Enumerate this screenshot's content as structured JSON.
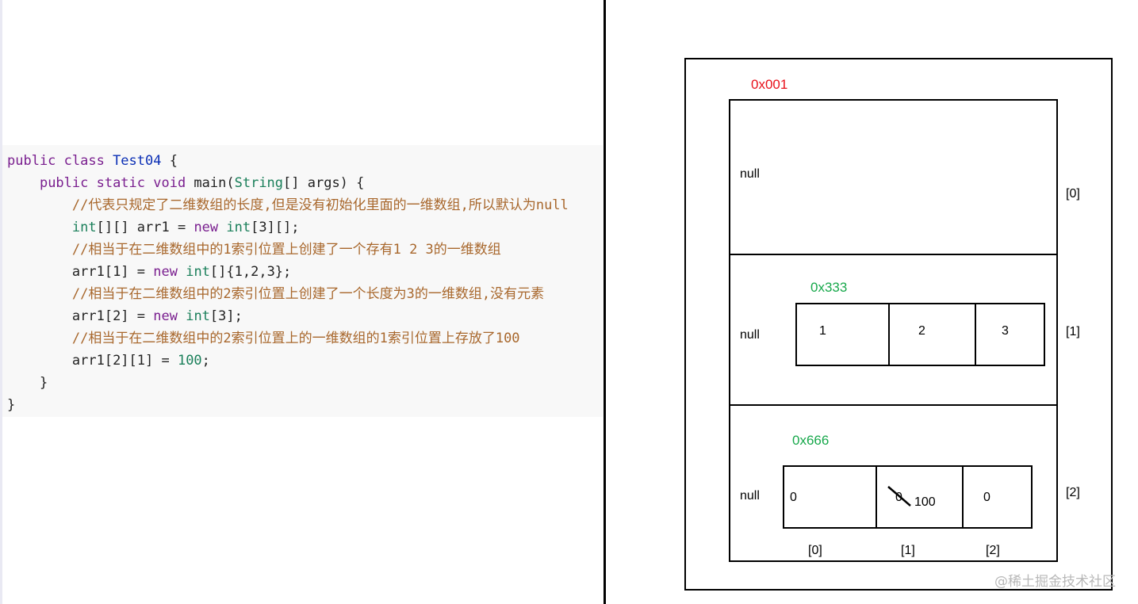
{
  "code": {
    "lines": [
      [
        {
          "t": "public class ",
          "c": "kw"
        },
        {
          "t": "Test04",
          "c": "cls"
        },
        {
          "t": " {",
          "c": ""
        }
      ],
      [
        {
          "t": "    ",
          "c": ""
        },
        {
          "t": "public static void ",
          "c": "kw"
        },
        {
          "t": "main(",
          "c": ""
        },
        {
          "t": "String",
          "c": "type"
        },
        {
          "t": "[] args) {",
          "c": ""
        }
      ],
      [
        {
          "t": "        ",
          "c": ""
        },
        {
          "t": "//代表只规定了二维数组的长度,但是没有初始化里面的一维数组,所以默认为null",
          "c": "cmt"
        }
      ],
      [
        {
          "t": "        ",
          "c": ""
        },
        {
          "t": "int",
          "c": "type"
        },
        {
          "t": "[][] arr1 = ",
          "c": ""
        },
        {
          "t": "new ",
          "c": "kw"
        },
        {
          "t": "int",
          "c": "type"
        },
        {
          "t": "[3][];",
          "c": ""
        }
      ],
      [
        {
          "t": "        ",
          "c": ""
        },
        {
          "t": "//相当于在二维数组中的1索引位置上创建了一个存有1 2 3的一维数组",
          "c": "cmt"
        }
      ],
      [
        {
          "t": "        ",
          "c": ""
        },
        {
          "t": "arr1[1] = ",
          "c": ""
        },
        {
          "t": "new ",
          "c": "kw"
        },
        {
          "t": "int",
          "c": "type"
        },
        {
          "t": "[]{1,2,3};",
          "c": ""
        }
      ],
      [
        {
          "t": "        ",
          "c": ""
        },
        {
          "t": "//相当于在二维数组中的2索引位置上创建了一个长度为3的一维数组,没有元素",
          "c": "cmt"
        }
      ],
      [
        {
          "t": "        ",
          "c": ""
        },
        {
          "t": "arr1[2] = ",
          "c": ""
        },
        {
          "t": "new ",
          "c": "kw"
        },
        {
          "t": "int",
          "c": "type"
        },
        {
          "t": "[3];",
          "c": ""
        }
      ],
      [
        {
          "t": "        ",
          "c": ""
        },
        {
          "t": "//相当于在二维数组中的2索引位置上的一维数组的1索引位置上存放了100",
          "c": "cmt"
        }
      ],
      [
        {
          "t": "        ",
          "c": ""
        },
        {
          "t": "arr1[2][1] = ",
          "c": ""
        },
        {
          "t": "100",
          "c": "num"
        },
        {
          "t": ";",
          "c": ""
        }
      ],
      [
        {
          "t": "    }",
          "c": ""
        }
      ],
      [
        {
          "t": "}",
          "c": ""
        }
      ]
    ]
  },
  "diagram": {
    "outer_address": "0x001",
    "rows": [
      {
        "value": "null",
        "index": "[0]"
      },
      {
        "value": "null",
        "index": "[1]"
      },
      {
        "value": "null",
        "index": "[2]"
      }
    ],
    "array_1": {
      "address": "0x333",
      "cells": [
        "1",
        "2",
        "3"
      ]
    },
    "array_2": {
      "address": "0x666",
      "cells": [
        "0",
        "0",
        "0"
      ],
      "new_value": "100",
      "indices": [
        "[0]",
        "[1]",
        "[2]"
      ]
    }
  },
  "watermark": "@稀土掘金技术社区",
  "colors": {
    "address_red": "#e8101a",
    "address_green": "#17a84b",
    "comment": "#a8672c",
    "keyword": "#7a1f8f",
    "type": "#1a7f5a",
    "class_name": "#0b2fb5"
  }
}
